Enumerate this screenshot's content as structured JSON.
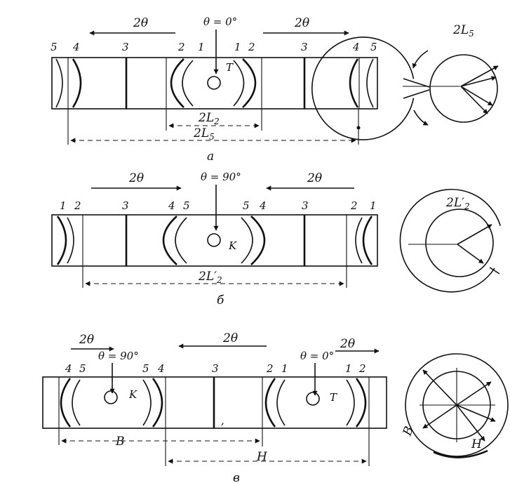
{
  "panel_a": {
    "angle_left": "2θ",
    "angle_right": "2θ",
    "theta": "θ = 0°",
    "rod_label": "T",
    "numbers": [
      "5",
      "4",
      "3",
      "2",
      "1",
      "1",
      "2",
      "3",
      "4",
      "5"
    ],
    "dim_inner": "2L",
    "dim_inner_sub": "2",
    "dim_outer": "2L",
    "dim_outer_sub": "5",
    "side_dim": "2L",
    "side_dim_sub": "5",
    "caption": "a"
  },
  "panel_b": {
    "angle_left": "2θ",
    "angle_right": "2θ",
    "theta": "θ = 90°",
    "rod_label": "K",
    "numbers": [
      "1",
      "2",
      "3",
      "4",
      "5",
      "5",
      "4",
      "3",
      "2",
      "1"
    ],
    "dim": "2L′",
    "dim_sub": "2",
    "side_dim": "2L′",
    "side_dim_sub": "2",
    "caption": "б"
  },
  "panel_c": {
    "angle_left": "2θ",
    "angle_mid": "2θ",
    "angle_right": "2θ",
    "theta_left": "θ = 90°",
    "theta_right": "θ = 0°",
    "rod_left_label": "K",
    "rod_right_label": "T",
    "numbers": [
      "4",
      "5",
      "5",
      "4",
      "3",
      "2",
      "1",
      "1",
      "2"
    ],
    "dim_b": "B",
    "dim_h": "H",
    "side_b": "B",
    "side_h": "H",
    "caption": "в"
  }
}
